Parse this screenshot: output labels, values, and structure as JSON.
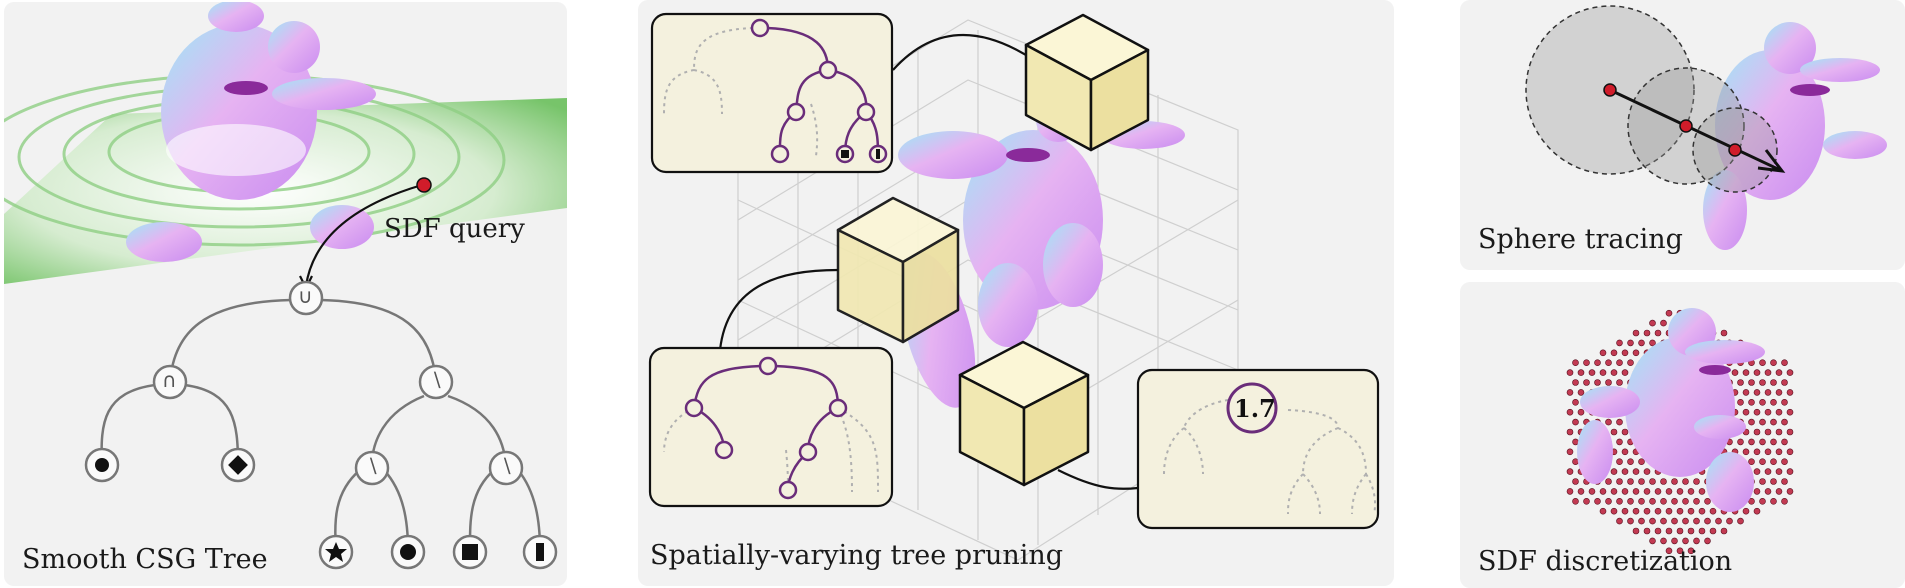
{
  "panels": {
    "csg": {
      "caption": "Smooth CSG Tree",
      "query_label": "SDF query"
    },
    "pruning": {
      "caption": "Spatially-varying tree pruning",
      "value_label": "1.7"
    },
    "tracing": {
      "caption": "Sphere tracing"
    },
    "discretization": {
      "caption": "SDF discretization"
    }
  },
  "operators": {
    "union": "∪",
    "intersection": "∩",
    "difference": "∖"
  },
  "colors": {
    "panel_bg": "#f2f2f2",
    "accent_purple": "#6a2d7a",
    "query_red": "#d01c2a",
    "box_yellow": "#f5efc4",
    "inset_bg": "#f4f1de"
  }
}
